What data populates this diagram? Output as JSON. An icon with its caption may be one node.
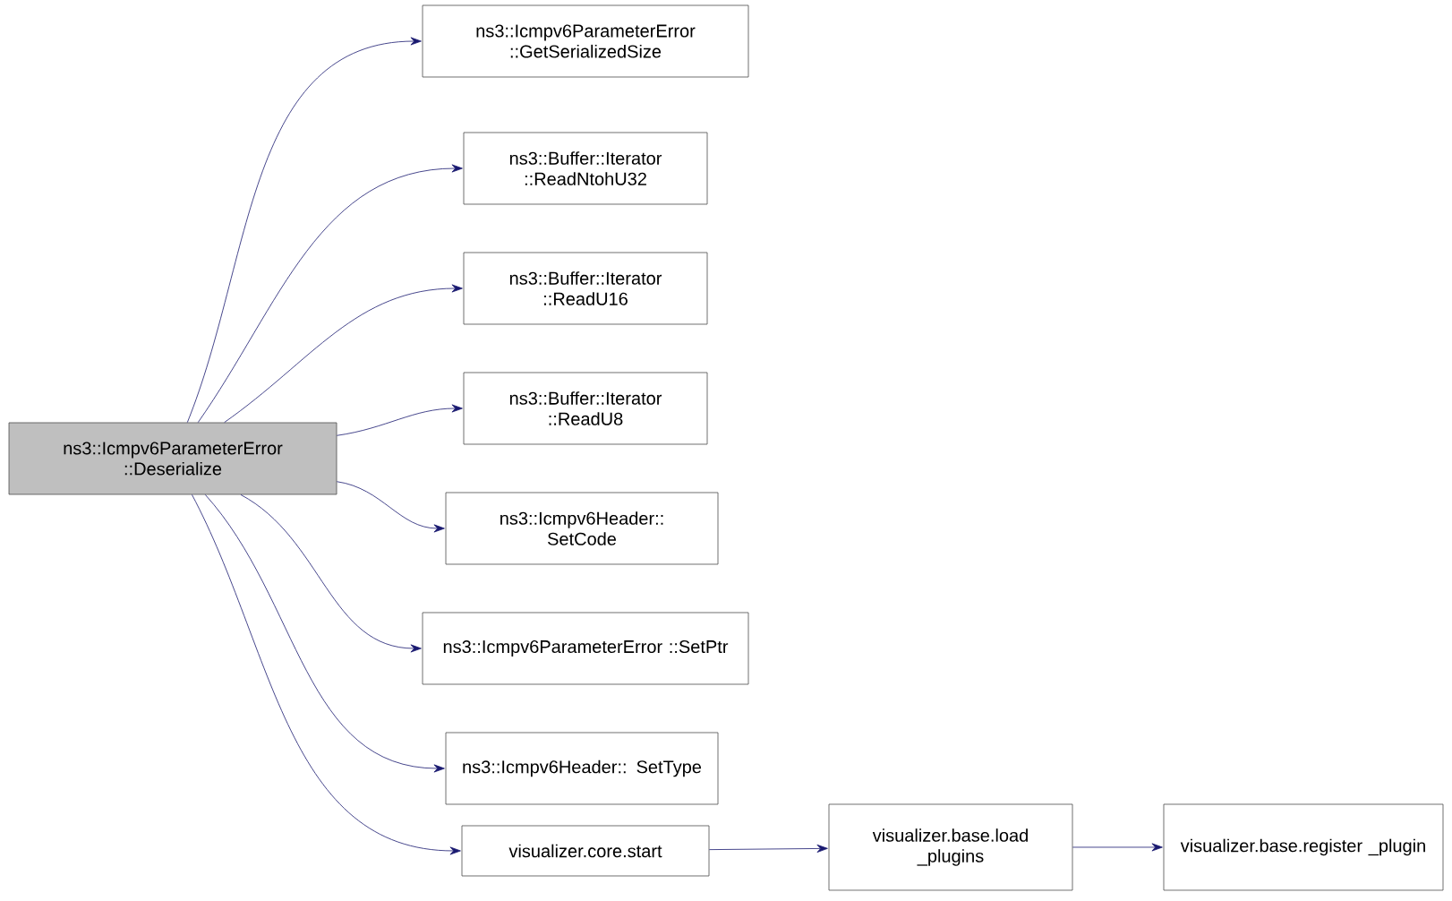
{
  "diagram": {
    "nodes": [
      {
        "text": [
          "ns3::Icmpv6ParameterError ::Deserialize"
        ]
      },
      {
        "text": [
          "ns3::Icmpv6ParameterError ::GetSerializedSize"
        ]
      },
      {
        "text": [
          "ns3::Buffer::Iterator ::ReadNtohU32"
        ]
      },
      {
        "text": [
          "ns3::Buffer::Iterator ::ReadU16"
        ]
      },
      {
        "text": [
          "ns3::Buffer::Iterator ::ReadU8"
        ]
      },
      {
        "text": [
          "ns3::Icmpv6Header:: SetCode"
        ]
      },
      {
        "text": [
          "ns3::Icmpv6ParameterError ::SetPtr"
        ]
      },
      {
        "text": [
          "ns3::Icmpv6Header:: SetType"
        ]
      },
      {
        "text": [
          "visualizer.core.start"
        ]
      },
      {
        "text": [
          "visualizer.base.load _plugins"
        ]
      },
      {
        "text": [
          "visualizer.base.register _plugin"
        ]
      }
    ],
    "edges": [
      {
        "from": 0,
        "to": 1,
        "arrow": "to"
      },
      {
        "from": 0,
        "to": 2,
        "arrow": "to"
      },
      {
        "from": 0,
        "to": 3,
        "arrow": "to"
      },
      {
        "from": 0,
        "to": 4,
        "arrow": "to"
      },
      {
        "from": 0,
        "to": 5,
        "arrow": "to"
      },
      {
        "from": 0,
        "to": 6,
        "arrow": "to"
      },
      {
        "from": 0,
        "to": 7,
        "arrow": "to"
      },
      {
        "from": 0,
        "to": 8,
        "arrow": "to"
      },
      {
        "from": 8,
        "to": 9,
        "arrow": "to"
      },
      {
        "from": 9,
        "to": 10,
        "arrow": "to"
      }
    ]
  }
}
